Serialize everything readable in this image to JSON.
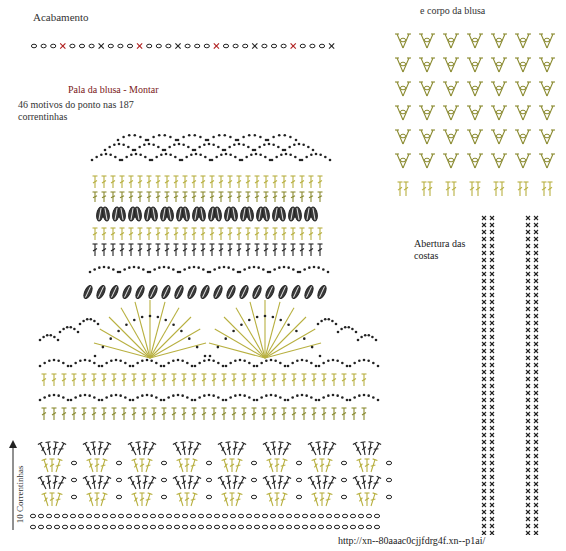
{
  "diagram": {
    "labels": [
      "Acabamento",
      "e corpo da blusa",
      "Pala da blusa - Montar",
      "46 motivos do ponto nas 187 correntinhas",
      "Abertura das costas",
      "10 Correntinhas",
      "http://xn--80aaac0cjjfdrg4f.xn--p1ai/"
    ]
  }
}
